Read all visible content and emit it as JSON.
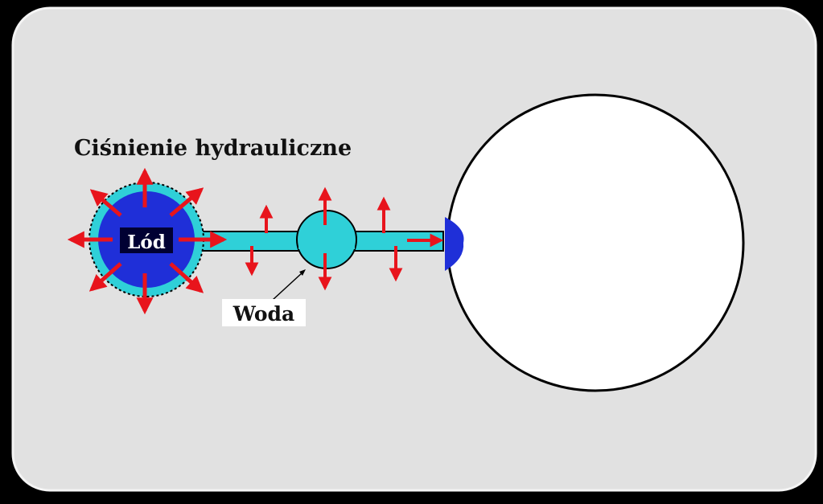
{
  "title": "Ciśnienie hydrauliczne",
  "labels": {
    "ice": "Lód",
    "water": "Woda"
  },
  "colors": {
    "frame_bg": "#e1e1e1",
    "ice": "#1f2fd8",
    "water": "#2fd0d8",
    "arrow": "#e8141c",
    "pore": "#ffffff"
  }
}
